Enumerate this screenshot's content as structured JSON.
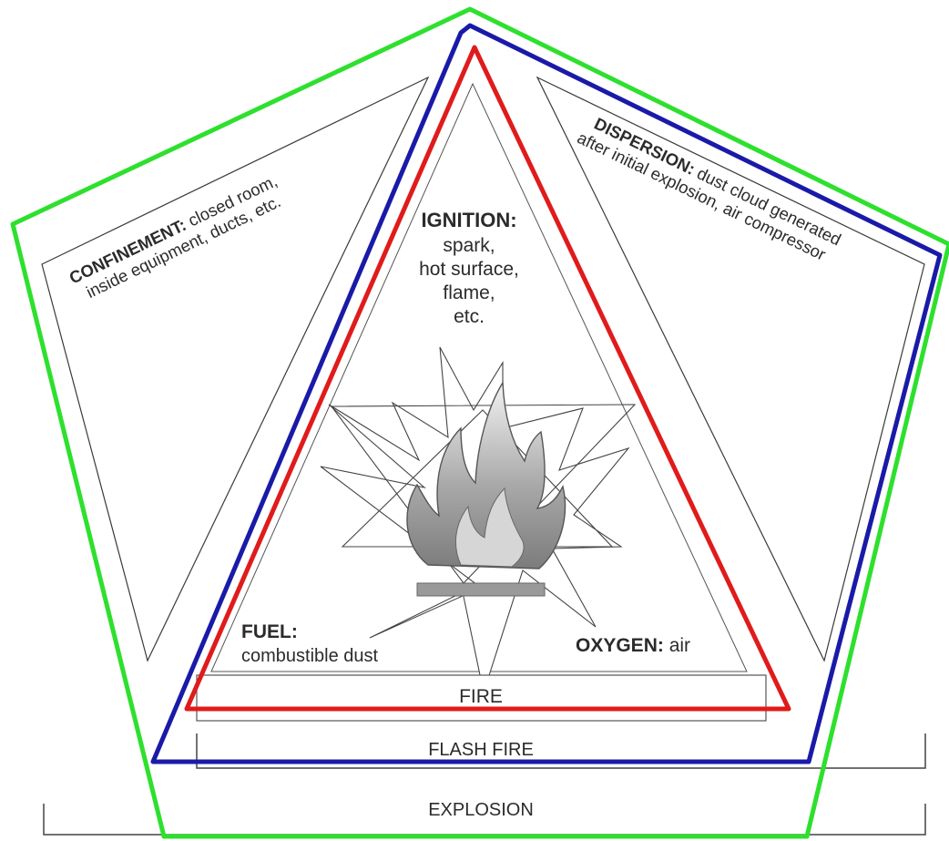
{
  "ignition": {
    "title": "IGNITION:",
    "lines": [
      "spark,",
      "hot surface,",
      "flame,",
      "etc."
    ]
  },
  "fuel": {
    "title": "FUEL:",
    "text": "combustible dust"
  },
  "oxygen": {
    "title": "OXYGEN:",
    "text": "air"
  },
  "confinement": {
    "title": "CONFINEMENT:",
    "line1_rest": " closed room,",
    "line2": "inside equipment, ducts, etc."
  },
  "dispersion": {
    "title": "DISPERSION:",
    "line1_rest": " dust cloud generated",
    "line2": "after initial explosion, air compressor"
  },
  "bands": {
    "fire": "FIRE",
    "flash_fire": "FLASH FIRE",
    "explosion": "EXPLOSION"
  },
  "colors": {
    "fire": "#e01b1b",
    "flash_fire": "#1a1aa8",
    "explosion": "#2ee02e",
    "ink": "#2b2b2b"
  }
}
